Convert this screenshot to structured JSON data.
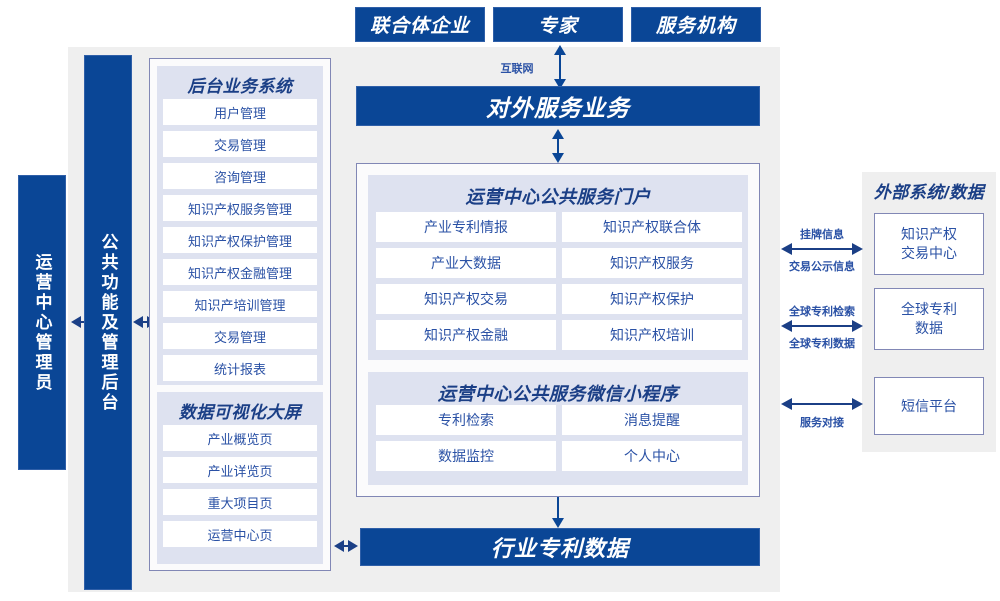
{
  "diagram": {
    "title_top_boxes": [
      {
        "label": "联合体企业"
      },
      {
        "label": "专家"
      },
      {
        "label": "服务机构"
      }
    ],
    "internet_label": "互联网",
    "external_service_bar": "对外服务业务",
    "industry_patent_bar": "行业专利数据",
    "left_columns": [
      {
        "label": "运营中心管理员",
        "name": "operations-center-admin"
      },
      {
        "label": "公共功能及管理后台",
        "name": "public-function-admin-backend"
      }
    ],
    "backend_system": {
      "title": "后台业务系统",
      "items": [
        "用户管理",
        "交易管理",
        "咨询管理",
        "知识产权服务管理",
        "知识产权保护管理",
        "知识产权金融管理",
        "知识产培训管理",
        "交易管理",
        "统计报表"
      ]
    },
    "data_visualization": {
      "title": "数据可视化大屏",
      "items": [
        "产业概览页",
        "产业详览页",
        "重大项目页",
        "运营中心页"
      ]
    },
    "public_service_portal": {
      "title": "运营中心公共服务门户",
      "items": [
        "产业专利情报",
        "知识产权联合体",
        "产业大数据",
        "知识产权服务",
        "知识产权交易",
        "知识产权保护",
        "知识产权金融",
        "知识产权培训"
      ]
    },
    "wechat_miniprogram": {
      "title": "运营中心公共服务微信小程序",
      "items": [
        "专利检索",
        "消息提醒",
        "数据监控",
        "个人中心"
      ]
    },
    "external_systems": {
      "title": "外部系统/数据",
      "boxes": [
        {
          "line1": "知识产权",
          "line2": "交易中心"
        },
        {
          "line1": "全球专利",
          "line2": "数据"
        },
        {
          "line1": "短信平台",
          "line2": ""
        }
      ],
      "connector_labels": [
        {
          "above": "挂牌信息",
          "below": "交易公示信息"
        },
        {
          "above": "全球专利检索",
          "below": "全球专利数据"
        },
        {
          "above": "",
          "below": "服务对接"
        }
      ]
    },
    "colors": {
      "brand_blue": "#0a4696",
      "panel_gray": "#efefef",
      "lavender": "#dee2f0",
      "text_blue": "#2a51a5",
      "border_purple": "#8187b5"
    }
  }
}
